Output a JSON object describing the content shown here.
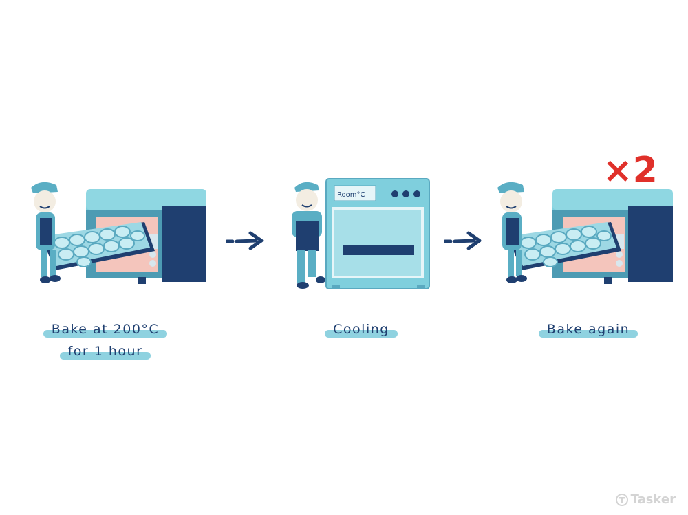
{
  "steps": [
    {
      "label_lines": [
        "Bake at 200°C",
        "for 1 hour"
      ]
    },
    {
      "label_lines": [
        "Cooling"
      ],
      "oven_display": "Room°C"
    },
    {
      "label_lines": [
        "Bake again"
      ],
      "badge": "×2"
    }
  ],
  "watermark": "Tasker",
  "colors": {
    "light_blue": "#7fcfdd",
    "dark_navy": "#1f3f70",
    "badge_red": "#e0302a",
    "highlight": "#8fd2e0"
  }
}
